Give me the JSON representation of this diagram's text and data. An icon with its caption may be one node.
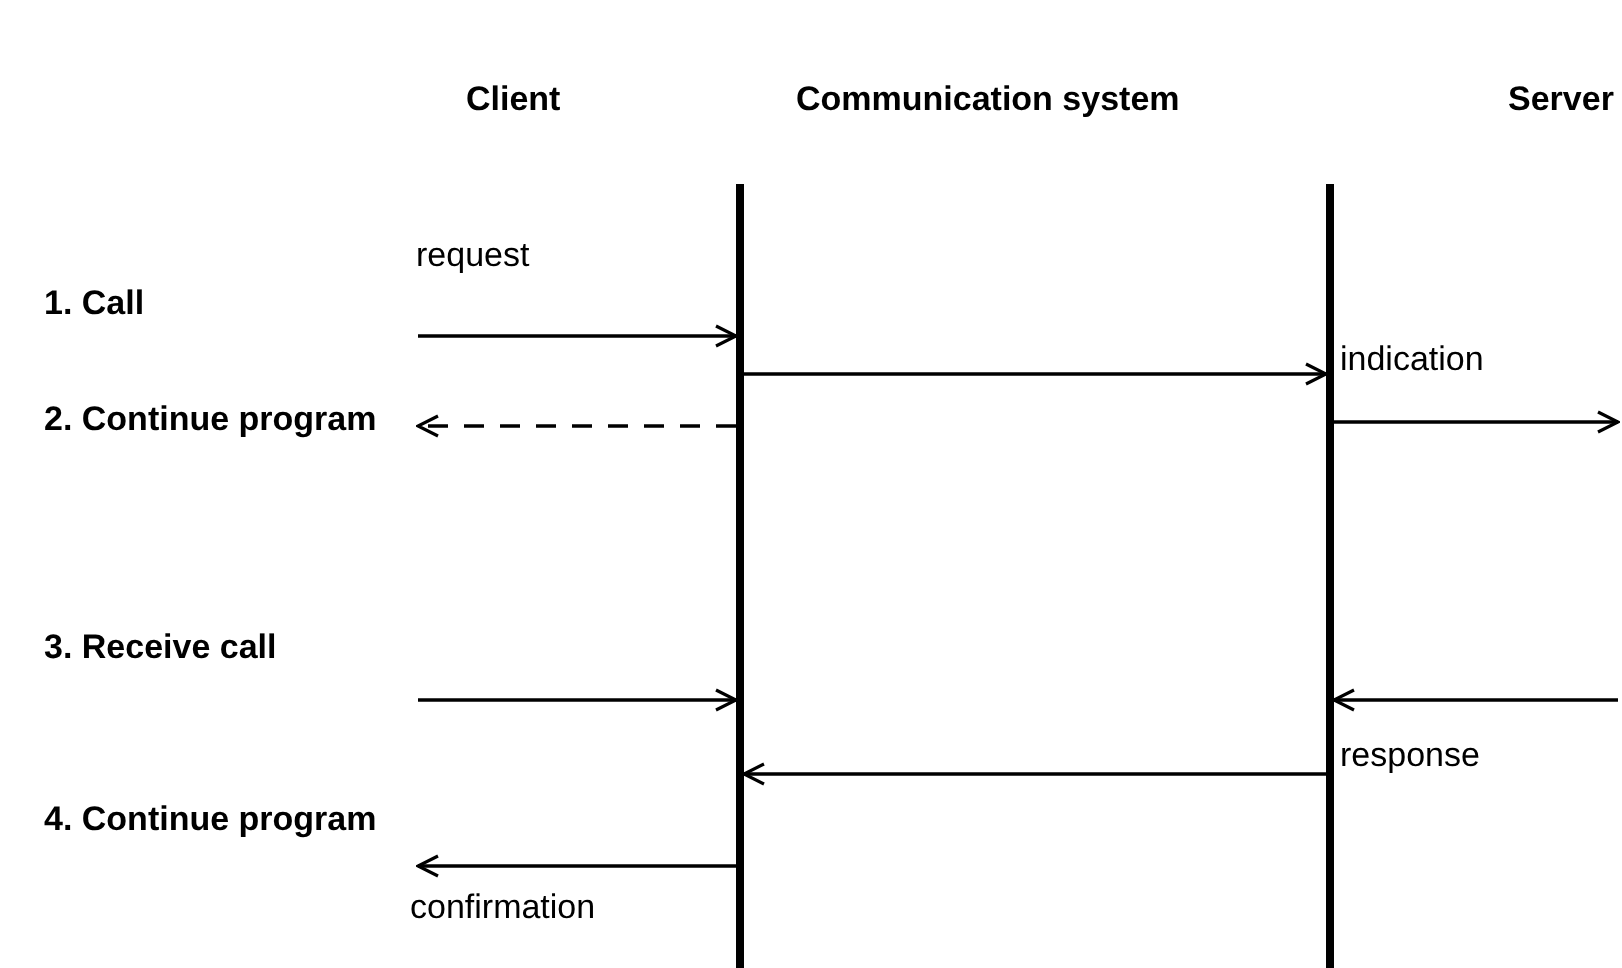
{
  "diagram": {
    "nodes": [
      {
        "text": [],
        "shape": "bar"
      },
      {
        "text": [],
        "shape": "bar"
      }
    ],
    "edges": [
      {
        "from": null,
        "to": 0,
        "arrow": "to",
        "label": "request"
      },
      {
        "from": 0,
        "to": 1,
        "arrow": "to"
      },
      {
        "from": 1,
        "to": null,
        "arrow": "to",
        "label": "indication"
      },
      {
        "from": 0,
        "to": null,
        "arrow": "to",
        "style": "dashed"
      },
      {
        "from": null,
        "to": 0,
        "arrow": "to"
      },
      {
        "from": null,
        "to": 1,
        "arrow": "to"
      },
      {
        "from": 1,
        "to": 0,
        "arrow": "to",
        "label": "response"
      },
      {
        "from": 0,
        "to": null,
        "arrow": "to",
        "label": "confirmation"
      }
    ],
    "labels": [
      "Client",
      "Communication system",
      "Server",
      "1. Call",
      "2. Continue program",
      "3. Receive call",
      "4. Continue program"
    ]
  }
}
